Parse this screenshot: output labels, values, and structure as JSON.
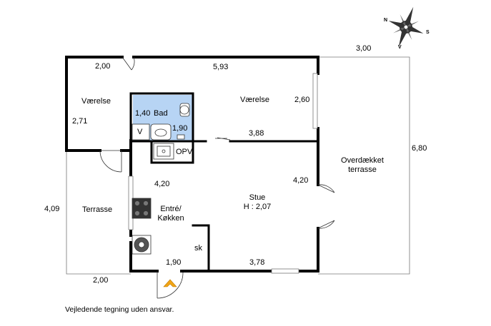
{
  "rooms": {
    "vaerelse_left": "Værelse",
    "vaerelse_main": "Værelse",
    "bad": "Bad",
    "v": "V",
    "opv": "OPV",
    "terrasse": "Terrasse",
    "overdaekket_1": "Overdækket",
    "overdaekket_2": "terrasse",
    "stue_1": "Stue",
    "stue_2": "H : 2,07",
    "entre_1": "Entré/",
    "entre_2": "Køkken",
    "sk": "sk"
  },
  "dimensions": {
    "top_left": "2,00",
    "top_middle": "5,93",
    "top_right": "3,00",
    "left_room_height": "2,71",
    "bath_width": "1,40",
    "bath_height": "1,90",
    "main_room_side": "2,60",
    "partition": "3,88",
    "right_total": "6,80",
    "kitchen_height": "4,20",
    "stue_height": "4,20",
    "terrace_height": "4,09",
    "bottom_left": "2,00",
    "bottom_entry": "1,90",
    "bottom_stue": "3,78"
  },
  "compass": {
    "n": "N",
    "e": "S",
    "s": "V"
  },
  "footer": {
    "note": "Vejledende tegning uden ansvar."
  },
  "colors": {
    "bath_fill": "#b7d4f4",
    "wall": "#000000",
    "entry_arrow": "#f2a516"
  }
}
